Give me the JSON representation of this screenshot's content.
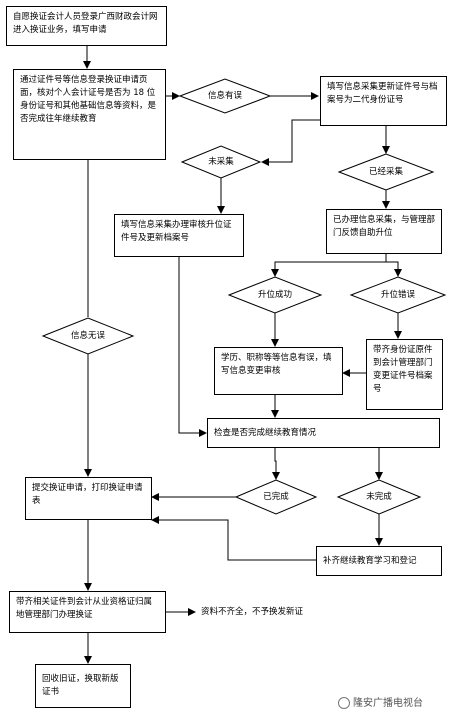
{
  "nodes": {
    "apply_start": "自愿换证会计人员登录广西财政会计网进入换证业务，填写申请",
    "check_info": "通过证件号等信息登录换证申请页面，核对个人会计证号是否为 18 位身份证号和其他基础信息等资料，是否完成往年继续教育",
    "update_id": "填写信息采集更新证件号与档案号为二代身份证号",
    "fill_collect": "填写信息采集办理审核升位证件号及更新档案号",
    "done_collect_notify": "已办理信息采集，与管理部门反馈自助升位",
    "edu_change": "学历、职称等等信息有误，填写信息变更审核",
    "bring_id": "带齐身份证原件到会计管理部门变更证件号档案号",
    "check_edu": "检查是否完成继续教育情况",
    "submit_print": "提交换证申请，打印换证申请表",
    "complete_edu": "补齐继续教育学习和登记",
    "bring_docs": "带齐相关证件到会计从业资格证归属地管理部门办理换证",
    "recycle": "回收旧证，换取新版证书",
    "incomplete_docs": "资料不齐全，不予换发新证"
  },
  "decisions": {
    "info_error": "信息有误",
    "not_collected": "未采集",
    "collected": "已经采集",
    "upgrade_ok": "升位成功",
    "upgrade_err": "升位错误",
    "info_ok": "信息无误",
    "done": "已完成",
    "not_done": "未完成"
  },
  "watermark": "隆安广播电视台"
}
